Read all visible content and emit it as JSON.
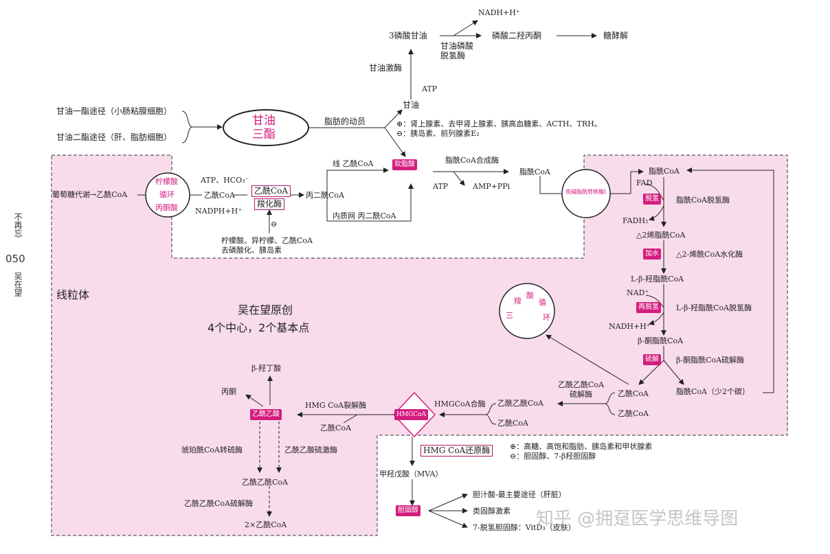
{
  "side": {
    "page_number": "050",
    "author": "吴在望",
    "subtitle": "不再忘"
  },
  "top": {
    "nadh_h": "NADH+H⁺",
    "g3p": "3磷酸甘油",
    "g3p_dehydrogenase": "甘油磷酸\n脱氢酶",
    "dhap": "磷酸二羟丙酮",
    "glycolysis": "糖酵解",
    "glycerol_kinase": "甘油激酶",
    "atp": "ATP",
    "glycerol": "甘油",
    "mobilization": "脂肪的动员",
    "promoters": "：肾上腺素、去甲肾上腺素、胰高血糖素、ACTH、TRH。",
    "inhibitors": "：胰岛素、前列腺素E₂"
  },
  "tg": {
    "monoglyceride_path": "甘油一酯途径（小肠粘膜细胞）",
    "diglyceride_path": "甘油二酯途径（肝、脂肪细胞）",
    "title_line1": "甘油",
    "title_line2": "三酯"
  },
  "synthesis": {
    "glucose_metab": "葡萄糖代谢→乙酰CoA",
    "citrate_cycle": [
      "柠檬酸",
      "循环",
      "丙酮酸"
    ],
    "atp_hco3": "ATP、HCO₃⁻",
    "acetyl_coa": "乙酰CoA",
    "nadph": "NADPH+H⁺",
    "acetyl_coa_boxed": "乙酰CoA",
    "carboxylase": "羧化酶",
    "malonyl_coa": "丙二酰CoA",
    "regulators": "柠檬酸、异柠檬、乙酰CoA\n去磷酸化、胰岛素",
    "line_acetyl": "线 乙酰CoA",
    "er_malonyl": "内质网 丙二酰CoA",
    "palmitate": "软脂酸",
    "acyl_coa_synthase": "脂酰CoA合成酶",
    "atp2": "ATP",
    "amp_ppi": "AMP+PPi",
    "acyl_coa": "脂酰CoA",
    "carnitine": "肉碱脂酰转移酶Ⅰ"
  },
  "beta_oxidation": {
    "acyl_coa": "脂酰CoA",
    "fad": "FAD",
    "dehydrogenation": "脱氢",
    "acyl_coa_dehydrogenase": "脂酰CoA脱氢酶",
    "fadh2": "FADH₂",
    "enoyl_coa": "△2烯脂酰CoA",
    "hydration": "加水",
    "enoyl_hydratase": "△2-烯酰CoA水化酶",
    "hydroxyacyl_coa": "L-β-羟脂酰CoA",
    "nad": "NAD⁺",
    "dehydrogenation2": "再脱氢",
    "hydroxyacyl_dehydrogenase": "L-β-羟脂酰CoA脱氢酶",
    "nadh": "NADH+H⁺",
    "ketoacyl_coa": "β-酮脂酰CoA",
    "thiolysis": "硫解",
    "thiolase": "β-酮脂酰CoA硫解酶",
    "acyl_coa_less2": "脂酰CoA（少2个碳）",
    "acetyl_coa": "乙酰CoA",
    "tca_circle": [
      "三",
      "羧",
      "酸",
      "循",
      "环"
    ]
  },
  "mito": {
    "label": "线粒体",
    "credit_line1": "吴在望原创",
    "credit_line2": "4个中心，2个基本点"
  },
  "ketone": {
    "acetoacetyl_thiolase": "乙酰乙酰CoA\n硫解酶",
    "acetyl_coa_a": "乙酰CoA",
    "acetyl_coa_b": "乙酰CoA",
    "acetoacetyl_coa": "乙酰乙酰CoA",
    "acetyl_coa_c": "乙酰CoA",
    "hmg_synthase": "HMGCoA合酶",
    "hmg_coa": "HMGCoA",
    "hmg_lyase": "HMG CoA裂解酶",
    "acetyl_coa_d": "乙酰CoA",
    "acetoacetic": "乙酰乙酸",
    "hydroxybutyrate": "β-羟丁酸",
    "acetone": "丙酮",
    "succinyl_transferase": "琥珀酰CoA转硫酶",
    "thiokinase": "乙酰乙酸硫激酶",
    "acetoacetyl_coa2": "乙酰乙酰CoA",
    "thiolase2": "乙酰乙酰CoA硫解酶",
    "two_acetyl": "2×乙酰CoA"
  },
  "cholesterol": {
    "hmg_reductase": "HMG CoA还原酶",
    "promoters": "：高糖、高饱和脂肪、胰岛素和甲状腺素",
    "inhibitors": "：胆固醇、7-β羟胆固醇",
    "mva": "甲羟戊酸（MVA）",
    "cholesterol": "胆固醇",
    "bile_acid": "胆汁酸-最主要途径（肝脏）",
    "steroid": "类固醇激素",
    "vitd3": "7-脱氢胆固醇：VitD₃（皮肤）"
  },
  "watermark": "知乎 @拥趸医学思维导图",
  "colors": {
    "accent": "#d41c7e",
    "mito_bg": "#f9dceb",
    "border": "#333333"
  }
}
